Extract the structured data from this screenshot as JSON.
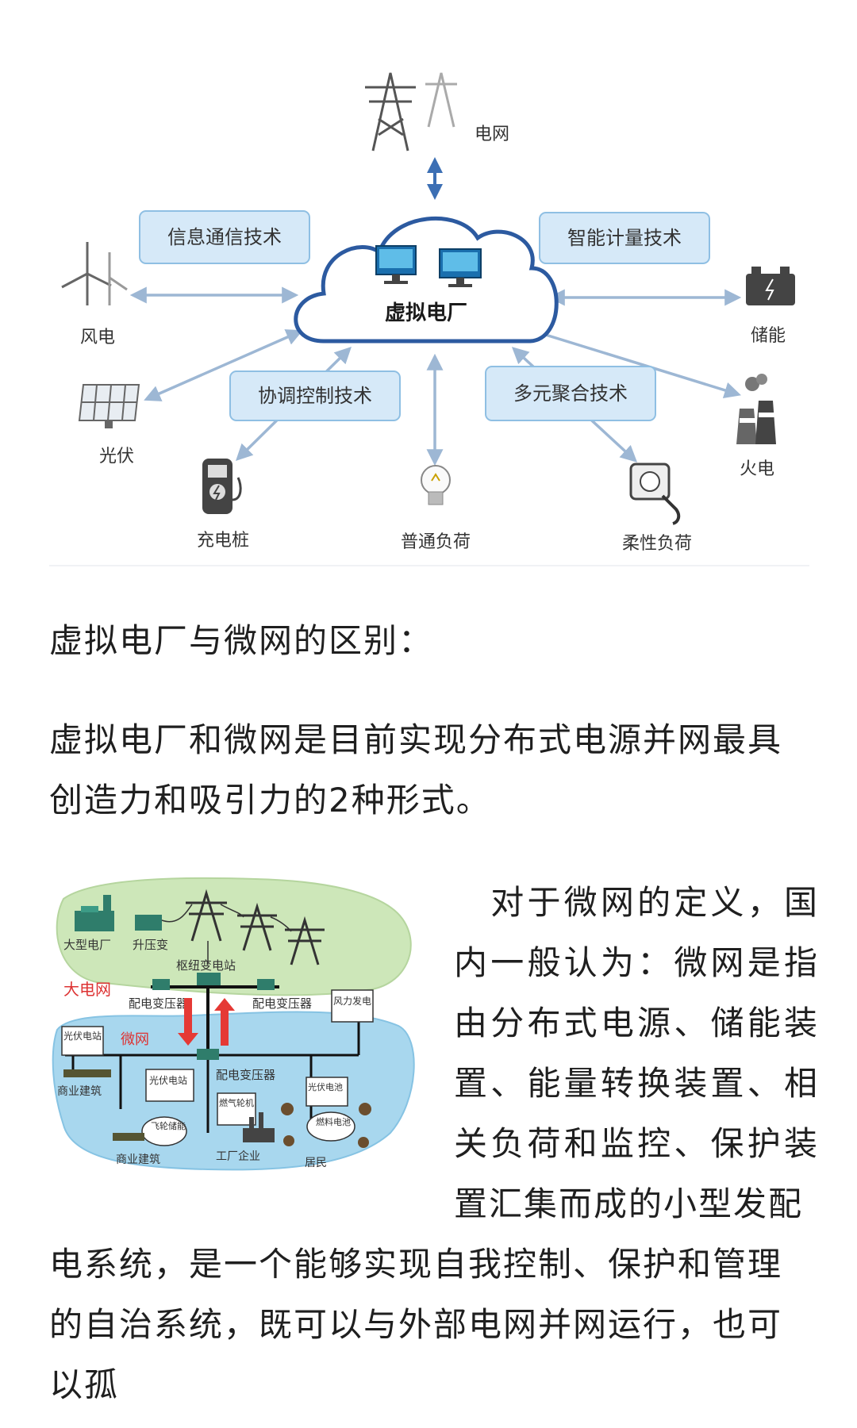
{
  "vpp_figure": {
    "center_label": "虚拟电厂",
    "tech_boxes": [
      "信息通信技术",
      "智能计量技术",
      "协调控制技术",
      "多元聚合技术"
    ],
    "nodes": {
      "grid": "电网",
      "wind": "风电",
      "solar": "光伏",
      "charging": "充电桩",
      "general_load": "普通负荷",
      "flexible_load": "柔性负荷",
      "thermal": "火电",
      "storage": "储能"
    }
  },
  "microgrid_figure": {
    "labels": {
      "large_plant": "大型电厂",
      "step_up": "升压变",
      "hub_substation": "枢纽变电站",
      "big_grid": "大电网",
      "dist_transformer_1": "配电变压器",
      "dist_transformer_2": "配电变压器",
      "microgrid": "微网",
      "pv_station_1": "光伏电站",
      "wind_power": "风力发电",
      "commercial_1": "商业建筑",
      "pv_station_2": "光伏电站",
      "dist_transformer_3": "配电变压器",
      "gas_turbine": "燃气轮机",
      "pv_cell": "光伏电池",
      "flywheel": "飞轮储能",
      "fuel_cell": "燃料电池",
      "commercial_2": "商业建筑",
      "factory": "工厂企业",
      "residents": "居民"
    }
  },
  "article": {
    "heading": "虚拟电厂与微网的区别：",
    "para1": "虚拟电厂和微网是目前实现分布式电源并网最具创造力和吸引力的2种形式。",
    "para2_side": "　对于微网的定义，国内一般认为：微网是指由分布式电源、储能装置、能量转换装置、相关负荷和监控、保护装置汇集而成的小型发配",
    "para2_full": "电系统，是一个能够实现自我控制、保护和管理的自治系统，既可以与外部电网并网运行，也可以孤"
  },
  "colors": {
    "box_fill": "#d6e9f8",
    "box_stroke": "#8fbfe3",
    "arrow": "#9db7d4",
    "cloud_stroke": "#2c5aa0",
    "grid_arrow": "#3c6fb4",
    "mg_water": "#a8d7ee",
    "mg_land": "#cde7b9",
    "mg_red": "#e53935"
  }
}
